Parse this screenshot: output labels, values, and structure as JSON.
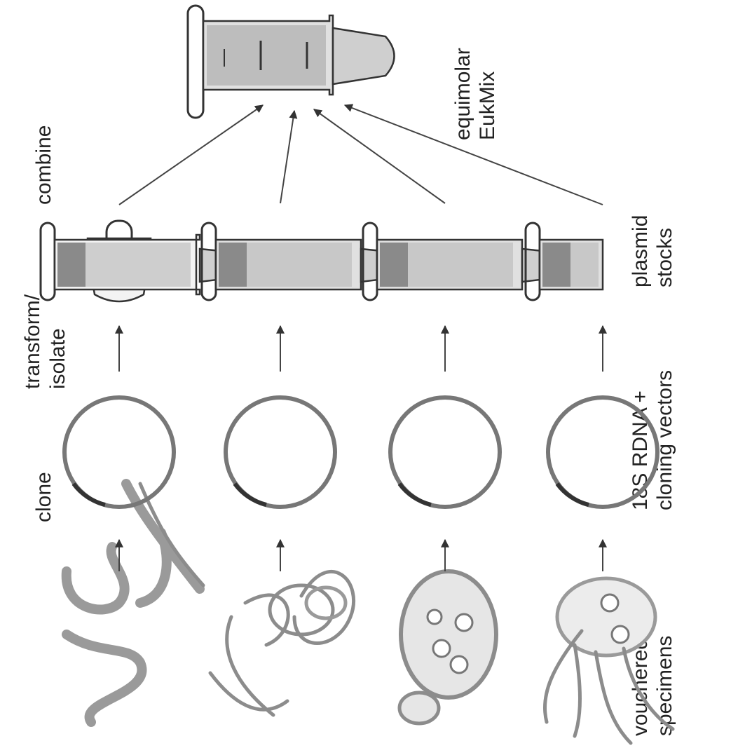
{
  "labels": {
    "vouchered_specimens_line1": "vouchered",
    "vouchered_specimens_line2": "specimens",
    "clone": "clone",
    "vectors_line1": "18S RDNA +",
    "vectors_line2": "cloning vectors",
    "transform_line1": "transform/",
    "transform_line2": "isolate",
    "plasmid_line1": "plasmid",
    "plasmid_line2": "stocks",
    "combine": "combine",
    "equimolar_line1": "equimolar",
    "equimolar_line2": "EukMix"
  },
  "rows": [
    {
      "specimen": "flatworm",
      "plasmid": "plasmid-stock-1"
    },
    {
      "specimen": "nematode",
      "plasmid": "plasmid-stock-2"
    },
    {
      "specimen": "cyst",
      "plasmid": "plasmid-stock-3"
    },
    {
      "specimen": "flagellate",
      "plasmid": "plasmid-stock-4"
    }
  ],
  "colors": {
    "line": "#444444",
    "specimen": "#9a9a9a",
    "tube_fill": "#bdbdbd"
  }
}
